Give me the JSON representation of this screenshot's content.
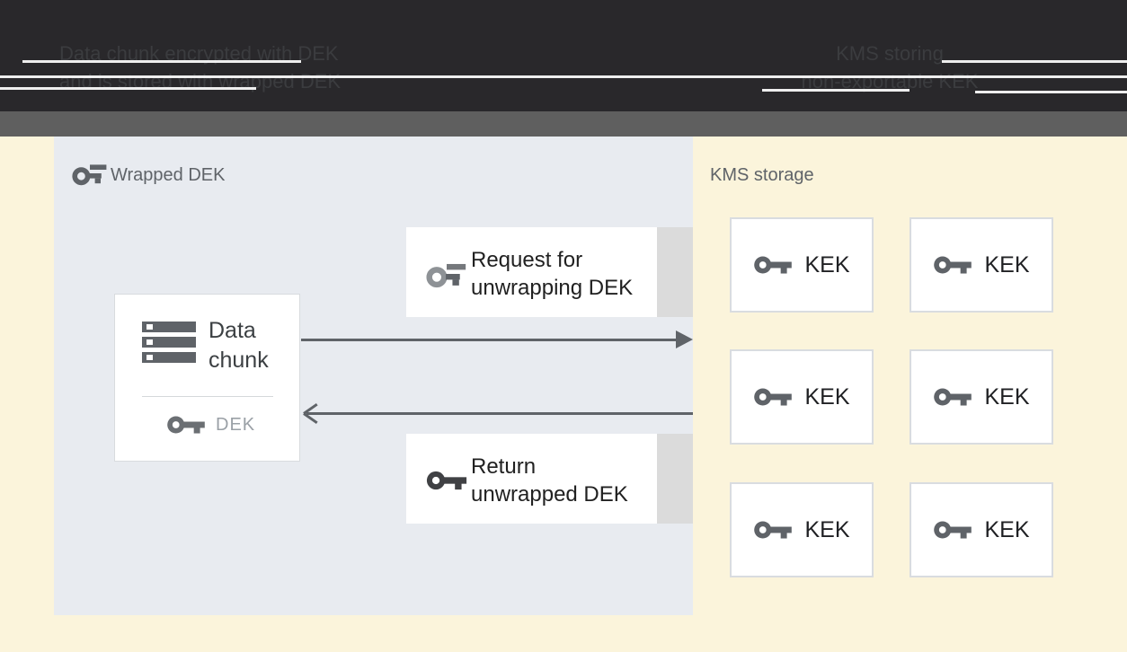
{
  "header": {
    "left_caption": {
      "line1": "Data chunk encrypted with DEK",
      "line2": "and is stored with wrapped DEK"
    },
    "right_caption": {
      "line1": "KMS storing",
      "line2": "non-exportable KEK"
    }
  },
  "wrapped_dek_panel": {
    "label": "Wrapped DEK",
    "data_chunk_box": {
      "title": "Data chunk",
      "key_label": "DEK"
    },
    "request_box": {
      "line1": "Request for",
      "line2": "unwrapping DEK"
    },
    "return_box": {
      "line1": "Return",
      "line2": "unwrapped DEK"
    }
  },
  "kms_panel": {
    "label": "KMS storage",
    "kek_boxes": [
      "KEK",
      "KEK",
      "KEK",
      "KEK",
      "KEK",
      "KEK"
    ]
  },
  "colors": {
    "page_background": "#FBF4DB",
    "header_black": "#29282B",
    "header_gray_bar": "#5F5F5F",
    "header_text": "#3B3C3F",
    "wrapped_panel_background": "#E8EBF0",
    "box_background": "#FFFFFF",
    "box_border": "#D9DCE0",
    "box_shadow_strip": "#DBDBDB",
    "arrow": "#5F6368",
    "icon_gray": "#5F6368",
    "icon_dark": "#404144",
    "label_gray": "#5F6368",
    "text_dark": "#212121",
    "dek_label_gray": "#9AA0A6"
  }
}
